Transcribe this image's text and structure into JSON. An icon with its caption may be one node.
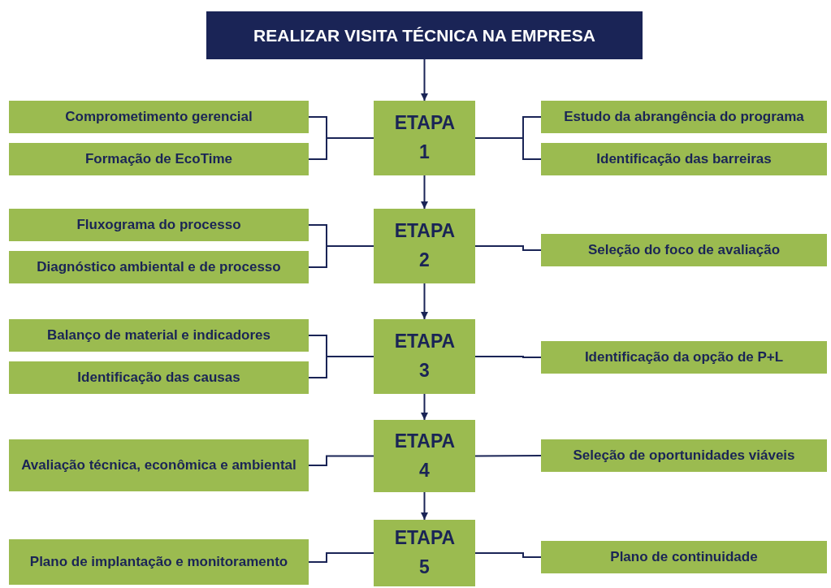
{
  "diagram": {
    "nodes": [
      {
        "text": [
          "REALIZAR VISITA TÉCNICA NA EMPRESA"
        ]
      },
      {
        "text": [
          "Comprometimento gerencial"
        ]
      },
      {
        "text": [
          "Formação de EcoTime"
        ]
      },
      {
        "text": [
          "ETAPA 1"
        ]
      },
      {
        "text": [
          "Estudo da abrangência do programa"
        ]
      },
      {
        "text": [
          "Identificação das barreiras"
        ]
      },
      {
        "text": [
          "Fluxograma do processo"
        ]
      },
      {
        "text": [
          "Diagnóstico ambiental e de processo"
        ]
      },
      {
        "text": [
          "ETAPA 2"
        ]
      },
      {
        "text": [
          "Seleção do foco de avaliação"
        ]
      },
      {
        "text": [
          "Balanço de material e indicadores"
        ]
      },
      {
        "text": [
          "Identificação das causas"
        ]
      },
      {
        "text": [
          "ETAPA 3"
        ]
      },
      {
        "text": [
          "Identificação da opção de P+L"
        ]
      },
      {
        "text": [
          "Avaliação técnica, econômica e ambiental"
        ]
      },
      {
        "text": [
          "ETAPA 4"
        ]
      },
      {
        "text": [
          "Seleção de oportunidades viáveis"
        ]
      },
      {
        "text": [
          "Plano de implantação e monitoramento"
        ]
      },
      {
        "text": [
          "ETAPA 5"
        ]
      },
      {
        "text": [
          "Plano de continuidade"
        ]
      }
    ],
    "edges": [
      {
        "from": 0,
        "to": 3,
        "arrow": "to"
      },
      {
        "from": 1,
        "to": 3,
        "arrow": "none"
      },
      {
        "from": 2,
        "to": 3,
        "arrow": "none"
      },
      {
        "from": 3,
        "to": 4,
        "arrow": "none"
      },
      {
        "from": 3,
        "to": 5,
        "arrow": "none"
      },
      {
        "from": 3,
        "to": 8,
        "arrow": "to"
      },
      {
        "from": 6,
        "to": 8,
        "arrow": "none"
      },
      {
        "from": 7,
        "to": 8,
        "arrow": "none"
      },
      {
        "from": 8,
        "to": 9,
        "arrow": "none"
      },
      {
        "from": 8,
        "to": 12,
        "arrow": "to"
      },
      {
        "from": 10,
        "to": 12,
        "arrow": "none"
      },
      {
        "from": 11,
        "to": 12,
        "arrow": "none"
      },
      {
        "from": 12,
        "to": 13,
        "arrow": "none"
      },
      {
        "from": 12,
        "to": 15,
        "arrow": "to"
      },
      {
        "from": 14,
        "to": 15,
        "arrow": "none"
      },
      {
        "from": 15,
        "to": 16,
        "arrow": "none"
      },
      {
        "from": 15,
        "to": 18,
        "arrow": "to"
      },
      {
        "from": 17,
        "to": 18,
        "arrow": "none"
      },
      {
        "from": 18,
        "to": 19,
        "arrow": "none"
      }
    ]
  }
}
